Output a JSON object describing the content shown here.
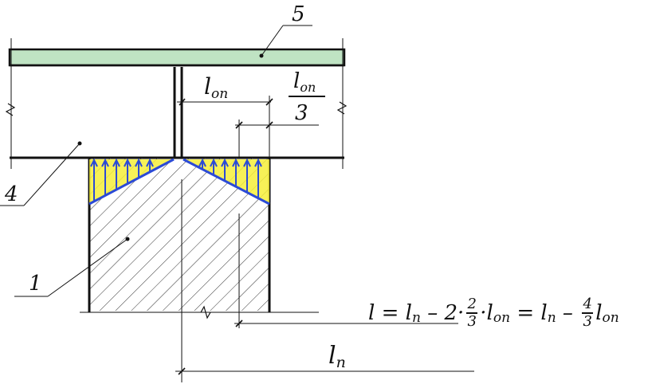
{
  "labels": {
    "label_1": "1",
    "label_4": "4",
    "label_5": "5",
    "l_op": "l",
    "l_op_sub": "оп",
    "l_op_frac_num": "l",
    "l_op_frac_num_sub": "оп",
    "l_op_frac_den": "3",
    "l_n": "l",
    "l_n_sub": "п"
  },
  "formula": {
    "lhs": "l",
    "eq1": " = ",
    "t1": "l",
    "t1_sub": "п",
    "minus1": " – 2·",
    "frac1_num": "2",
    "frac1_den": "3",
    "dot": "·",
    "t2": "l",
    "t2_sub": "оп",
    "eq2": " = ",
    "t3": "l",
    "t3_sub": "п",
    "minus2": " – ",
    "frac2_num": "4",
    "frac2_den": "3",
    "t4": "l",
    "t4_sub": "оп"
  },
  "colors": {
    "slab_fill": "#bfe3c3",
    "pressure_fill": "#f6ef3a",
    "arrow_blue": "#2b4ad6",
    "line": "#111111",
    "hatch": "#333333"
  }
}
